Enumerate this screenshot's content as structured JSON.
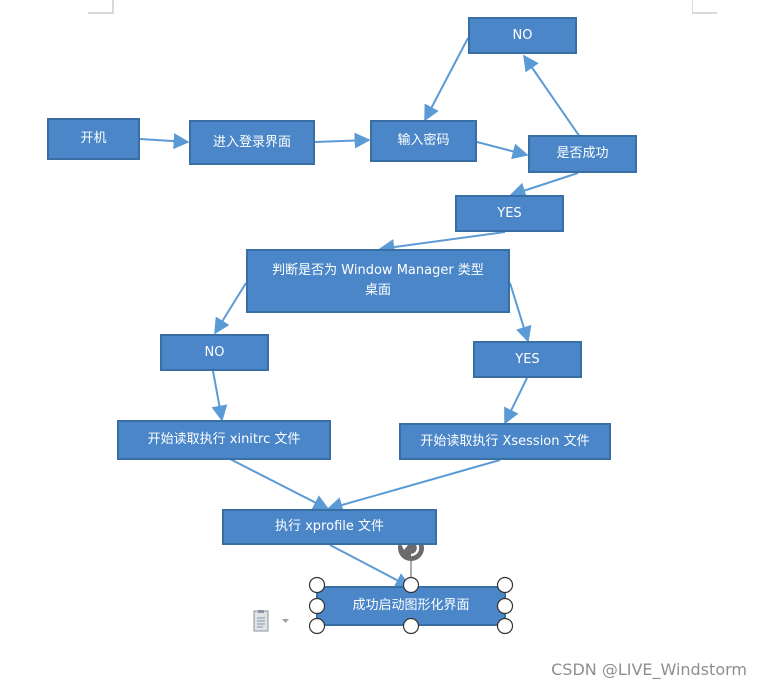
{
  "nodes": {
    "power_on": "开机",
    "enter_login": "进入登录界面",
    "input_password": "输入密码",
    "is_success": "是否成功",
    "no_top": "NO",
    "yes_mid": "YES",
    "judge_wm": "判断是否为 Window Manager 类型桌面",
    "no_left": "NO",
    "yes_right": "YES",
    "read_xinitrc": "开始读取执行 xinitrc 文件",
    "read_xsession": "开始读取执行 Xsession 文件",
    "exec_xprofile": "执行 xprofile 文件",
    "success_gui": "成功启动图形化界面"
  },
  "watermark": "CSDN @LIVE_Windstorm",
  "icons": {
    "rotate": "rotate-handle-icon",
    "paste": "paste-options-icon"
  },
  "colors": {
    "node_fill": "#4a86c8",
    "node_border": "#3a6fa6",
    "arrow": "#5b9bd5"
  }
}
